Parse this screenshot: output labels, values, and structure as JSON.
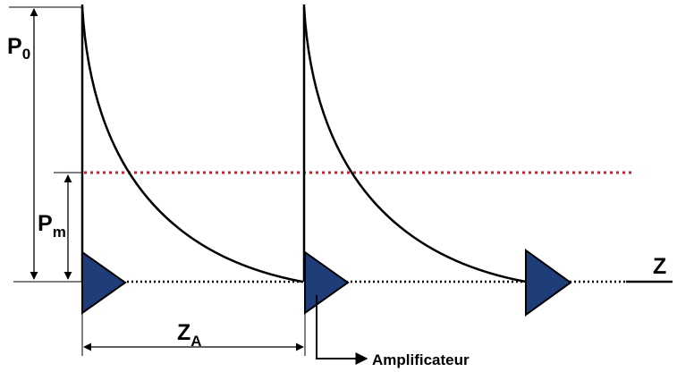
{
  "labels": {
    "p0_main": "P",
    "p0_sub": "0",
    "pm_main": "P",
    "pm_sub": "m",
    "za_main": "Z",
    "za_sub": "A",
    "z_axis": "Z",
    "amplifier": "Amplificateur"
  },
  "colors": {
    "line": "#000000",
    "threshold": "#c0282d",
    "amplifier_fill": "#1f3d78"
  }
}
